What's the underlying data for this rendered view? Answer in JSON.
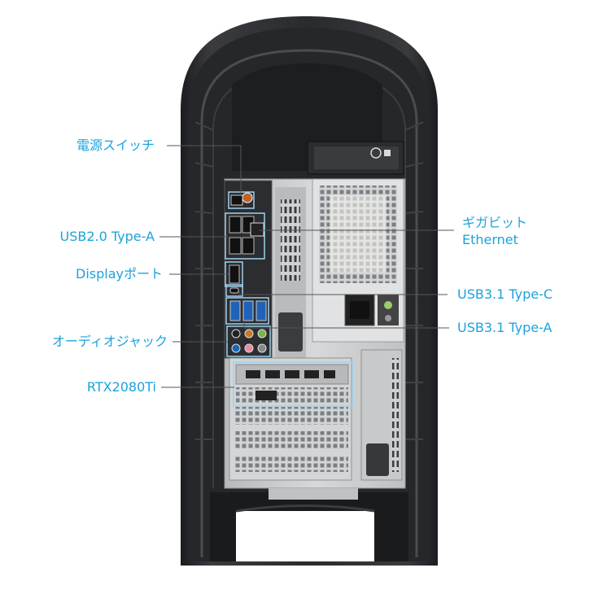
{
  "callouts_left": [
    {
      "id": "power-switch",
      "text": "電源スイッチ"
    },
    {
      "id": "usb20-type-a",
      "text": "USB2.0 Type-A"
    },
    {
      "id": "displayport",
      "text": "Displayポート"
    },
    {
      "id": "audio-jack",
      "text": "オーディオジャック"
    },
    {
      "id": "rtx2080ti",
      "text": "RTX2080Ti"
    }
  ],
  "callouts_right": [
    {
      "id": "gigabit-ethernet",
      "lines": [
        "ギガビット",
        "Ethernet"
      ]
    },
    {
      "id": "usb31-type-c",
      "text": "USB3.1 Type-C"
    },
    {
      "id": "usb31-type-a",
      "text": "USB3.1 Type-A"
    }
  ],
  "colors": {
    "label_text": "#1ba3dc",
    "leader_line": "#555555",
    "highlight_box": "#9fd2ee",
    "case_shell": "#2a2b2e",
    "chassis_metal": "#c9cbcc"
  }
}
